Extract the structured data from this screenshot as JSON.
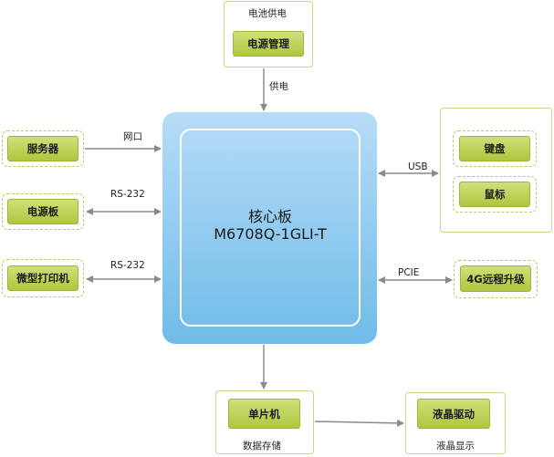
{
  "core": {
    "title": "核心板",
    "model": "M6708Q-1GLI-T"
  },
  "top": {
    "group_label": "电池供电",
    "box": "电源管理",
    "link": "供电"
  },
  "left": [
    {
      "box": "服务器",
      "link": "网口"
    },
    {
      "box": "电源板",
      "link": "RS-232"
    },
    {
      "box": "微型打印机",
      "link": "RS-232"
    }
  ],
  "right_usb": {
    "link": "USB",
    "boxes": [
      "键盘",
      "鼠标"
    ]
  },
  "right_pcie": {
    "link": "PCIE",
    "box": "4G远程升级"
  },
  "bottom": {
    "mcu": {
      "box": "单片机",
      "caption": "数据存储"
    },
    "lcd": {
      "box": "液晶驱动",
      "caption": "液晶显示"
    }
  },
  "colors": {
    "core_top": "#b7dcf8",
    "core_bottom": "#6fbce8",
    "box_green": "#bcd35a",
    "frame": "#c5d88a",
    "arrow": "#8a8a8a"
  }
}
